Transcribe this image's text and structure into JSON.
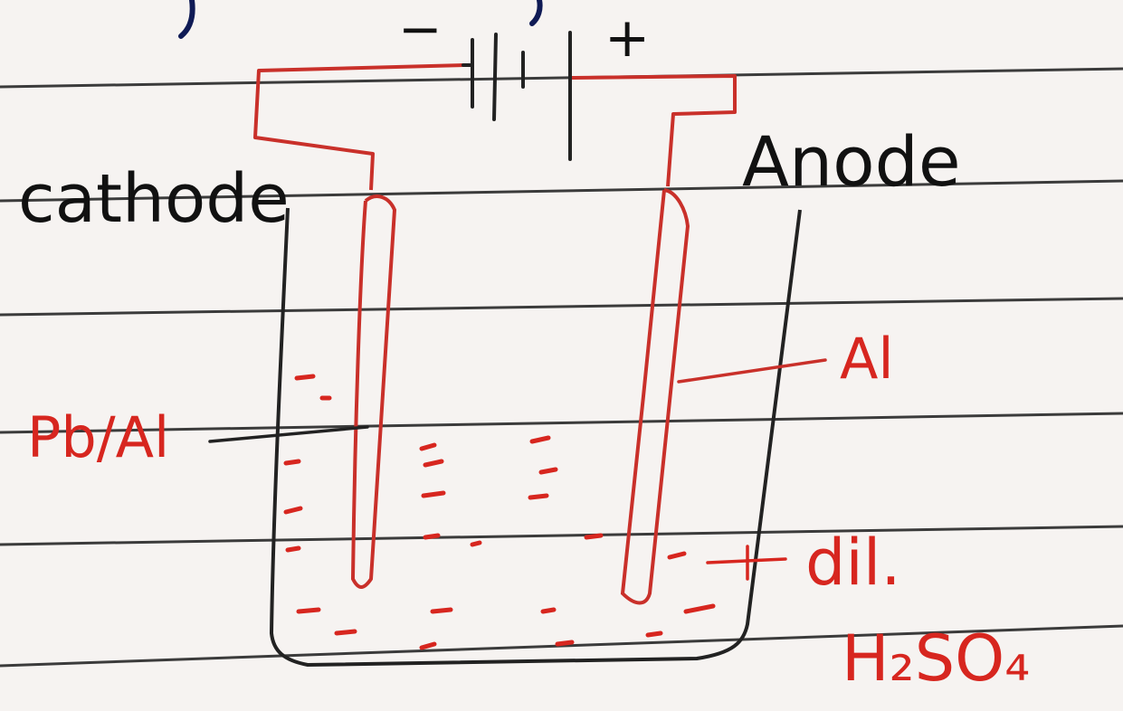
{
  "labels": {
    "negative": "−",
    "positive": "+",
    "cathode": "cathode",
    "anode": "Anode",
    "cathode_material": "Pb/Al",
    "anode_material": "Al",
    "electrolyte_line1": "dil.",
    "electrolyte_line2": "H₂SO₄"
  },
  "colors": {
    "ink_black": "#111111",
    "ink_red": "#d7261f",
    "paper": "#f6f3f1",
    "rule_line": "#3a3a3a",
    "ink_blue": "#0f1a55"
  }
}
